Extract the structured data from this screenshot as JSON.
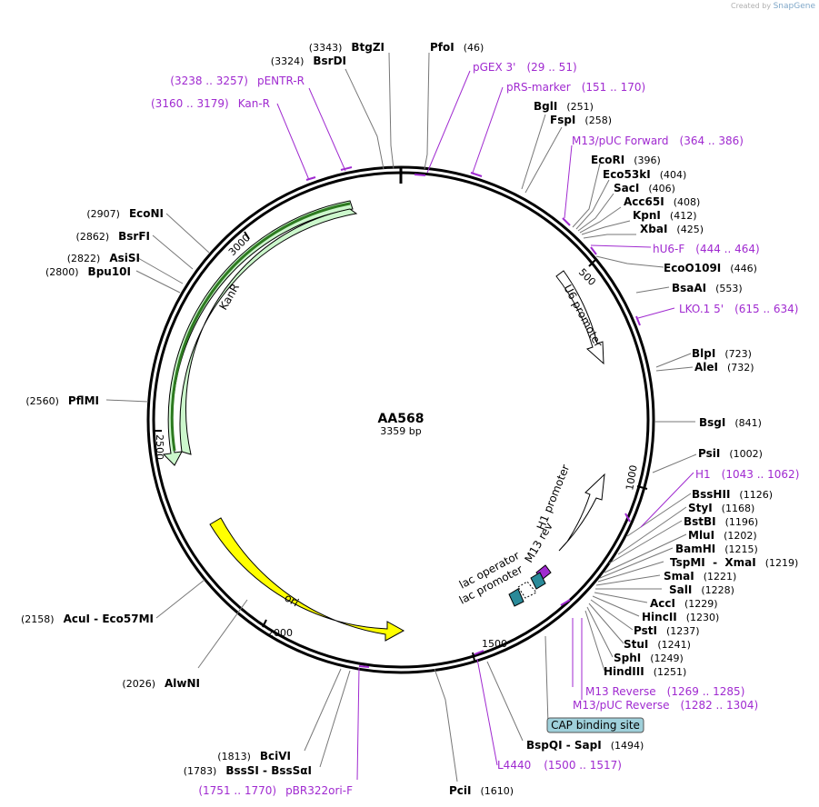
{
  "credit": {
    "prefix": "Created by",
    "brand": "SnapGene"
  },
  "plasmid": {
    "name": "AA568",
    "length_label": "3359 bp",
    "length": 3359
  },
  "colors": {
    "enzyme_line": "#777777",
    "primer": "#a02ad0",
    "backbone": "#000000",
    "kanr_fill": "#ccf7cc",
    "ori_fill": "#ffff00",
    "cap_fill": "#9fd0da"
  },
  "ticks": [
    {
      "label": "500",
      "bp": 500
    },
    {
      "label": "1000",
      "bp": 1000
    },
    {
      "label": "1500",
      "bp": 1500
    },
    {
      "label": "2000",
      "bp": 2000
    },
    {
      "label": "2500",
      "bp": 2500
    },
    {
      "label": "3000",
      "bp": 3000
    }
  ],
  "enzymes": [
    {
      "name": "PfoI",
      "pos": "(46)"
    },
    {
      "name": "BglI",
      "pos": "(251)"
    },
    {
      "name": "FspI",
      "pos": "(258)"
    },
    {
      "name": "EcoRI",
      "pos": "(396)"
    },
    {
      "name": "Eco53kI",
      "pos": "(404)"
    },
    {
      "name": "SacI",
      "pos": "(406)"
    },
    {
      "name": "Acc65I",
      "pos": "(408)"
    },
    {
      "name": "KpnI",
      "pos": "(412)"
    },
    {
      "name": "XbaI",
      "pos": "(425)"
    },
    {
      "name": "EcoO109I",
      "pos": "(446)"
    },
    {
      "name": "BsaAI",
      "pos": "(553)"
    },
    {
      "name": "BlpI",
      "pos": "(723)"
    },
    {
      "name": "AleI",
      "pos": "(732)"
    },
    {
      "name": "BsgI",
      "pos": "(841)"
    },
    {
      "name": "PsiI",
      "pos": "(1002)"
    },
    {
      "name": "BssHII",
      "pos": "(1126)"
    },
    {
      "name": "StyI",
      "pos": "(1168)"
    },
    {
      "name": "BstBI",
      "pos": "(1196)"
    },
    {
      "name": "MluI",
      "pos": "(1202)"
    },
    {
      "name": "BamHI",
      "pos": "(1215)"
    },
    {
      "name": "TspMI  -  XmaI",
      "pos": "(1219)"
    },
    {
      "name": "SmaI",
      "pos": "(1221)"
    },
    {
      "name": "SalI",
      "pos": "(1228)"
    },
    {
      "name": "AccI",
      "pos": "(1229)"
    },
    {
      "name": "HincII",
      "pos": "(1230)"
    },
    {
      "name": "PstI",
      "pos": "(1237)"
    },
    {
      "name": "StuI",
      "pos": "(1241)"
    },
    {
      "name": "SphI",
      "pos": "(1249)"
    },
    {
      "name": "HindIII",
      "pos": "(1251)"
    },
    {
      "name": "BspQI  -  SapI",
      "pos": "(1494)"
    },
    {
      "name": "PciI",
      "pos": "(1610)"
    },
    {
      "name": "BciVI",
      "pos": "(1813)"
    },
    {
      "name": "BssSI  -  BssSαI",
      "pos": "(1783)"
    },
    {
      "name": "AlwNI",
      "pos": "(2026)"
    },
    {
      "name": "AcuI  -  Eco57MI",
      "pos": "(2158)"
    },
    {
      "name": "PflMI",
      "pos": "(2560)"
    },
    {
      "name": "Bpu10I",
      "pos": "(2800)"
    },
    {
      "name": "AsiSI",
      "pos": "(2822)"
    },
    {
      "name": "BsrFI",
      "pos": "(2862)"
    },
    {
      "name": "EcoNI",
      "pos": "(2907)"
    },
    {
      "name": "BsrDI",
      "pos": "(3324)"
    },
    {
      "name": "BtgZI",
      "pos": "(3343)"
    }
  ],
  "primers": [
    {
      "name": "pGEX 3'",
      "range": "(29 .. 51)"
    },
    {
      "name": "pRS-marker",
      "range": "(151 .. 170)"
    },
    {
      "name": "M13/pUC Forward",
      "range": "(364 .. 386)"
    },
    {
      "name": "hU6-F",
      "range": "(444 .. 464)"
    },
    {
      "name": "LKO.1 5'",
      "range": "(615 .. 634)"
    },
    {
      "name": "H1",
      "range": "(1043 .. 1062)"
    },
    {
      "name": "M13 Reverse",
      "range": "(1269 .. 1285)"
    },
    {
      "name": "M13/pUC Reverse",
      "range": "(1282 .. 1304)"
    },
    {
      "name": "L4440",
      "range": "(1500 .. 1517)"
    },
    {
      "name": "pBR322ori-F",
      "range": "(1751 .. 1770)"
    },
    {
      "name": "Kan-R",
      "range": "(3160 .. 3179)"
    },
    {
      "name": "pENTR-R",
      "range": "(3238 .. 3257)"
    }
  ],
  "features": [
    {
      "name": "U6 promoter"
    },
    {
      "name": "H1 promoter"
    },
    {
      "name": "M13 rev"
    },
    {
      "name": "lac operator"
    },
    {
      "name": "lac promoter"
    },
    {
      "name": "CAP binding site"
    },
    {
      "name": "ori"
    },
    {
      "name": "KanR"
    }
  ]
}
